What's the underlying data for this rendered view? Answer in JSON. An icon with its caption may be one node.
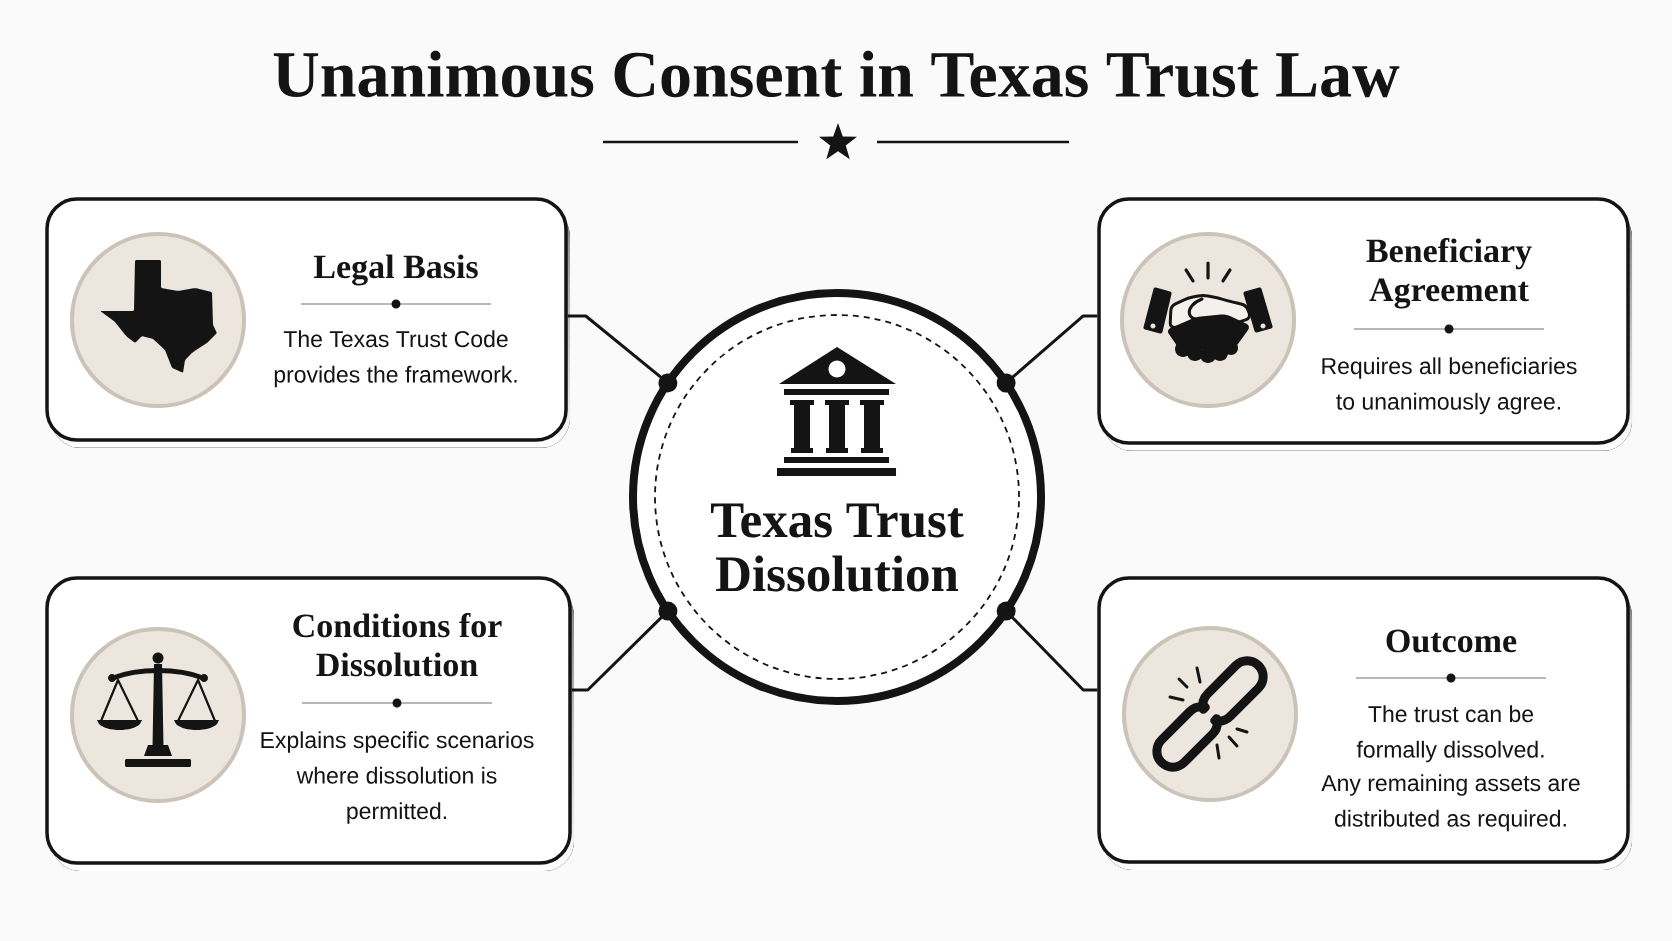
{
  "diagram": {
    "title": "Unanimous Consent in Texas Trust Law",
    "nodes": [
      {
        "text": [
          "Legal Basis",
          "The Texas Trust Code provides the framework."
        ]
      },
      {
        "text": [
          "Beneficiary Agreement",
          "Requires all beneficiaries to unanimously agree."
        ]
      },
      {
        "text": [
          "Texas Trust Dissolution"
        ]
      },
      {
        "text": [
          "Conditions for Dissolution",
          "Explains specific scenarios where dissolution is permitted."
        ]
      },
      {
        "text": [
          "Outcome",
          "The trust can be formally dissolved.",
          "Any remaining assets are distributed as required."
        ]
      }
    ],
    "edges": [
      {
        "from": 0,
        "to": 2,
        "arrow": "other"
      },
      {
        "from": 1,
        "to": 2,
        "arrow": "other"
      },
      {
        "from": 3,
        "to": 2,
        "arrow": "other"
      },
      {
        "from": 4,
        "to": 2,
        "arrow": "other"
      }
    ]
  }
}
